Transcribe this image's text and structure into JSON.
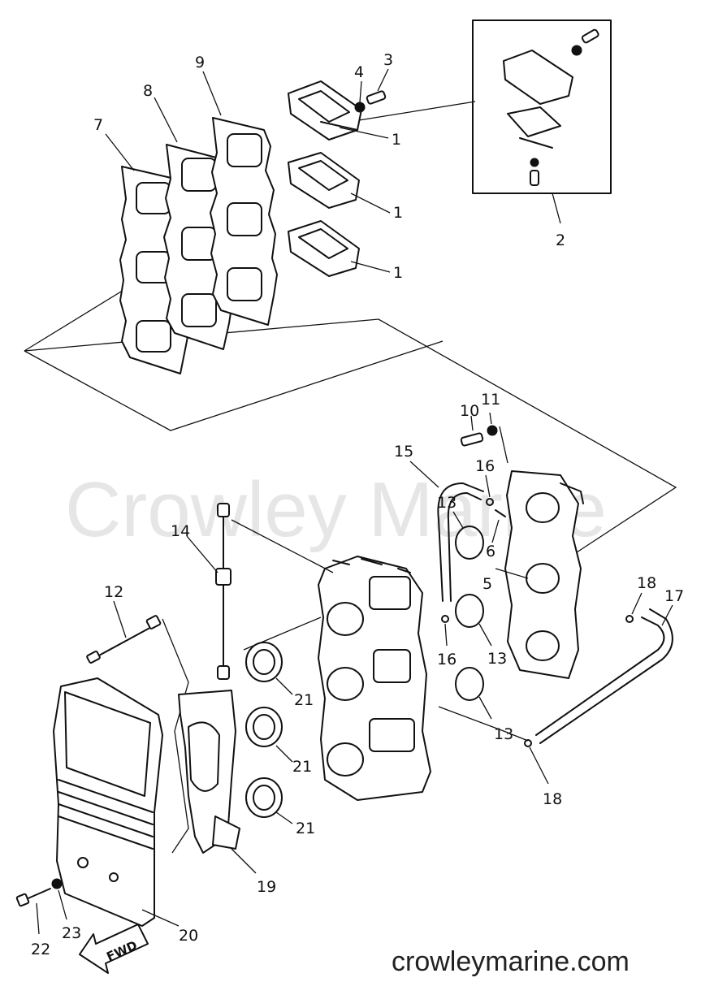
{
  "watermark": "Crowley Marine",
  "site": "crowleymarine.com",
  "direction_label": "FWD",
  "callouts": {
    "c1a": "1",
    "c1b": "1",
    "c1c": "1",
    "c2": "2",
    "c3": "3",
    "c4": "4",
    "c5": "5",
    "c6": "6",
    "c7": "7",
    "c8": "8",
    "c9": "9",
    "c10": "10",
    "c11": "11",
    "c12": "12",
    "c13a": "13",
    "c13b": "13",
    "c13c": "13",
    "c14": "14",
    "c15": "15",
    "c16a": "16",
    "c16b": "16",
    "c17": "17",
    "c18a": "18",
    "c18b": "18",
    "c19": "19",
    "c20": "20",
    "c21a": "21",
    "c21b": "21",
    "c21c": "21",
    "c22": "22",
    "c23": "23"
  }
}
